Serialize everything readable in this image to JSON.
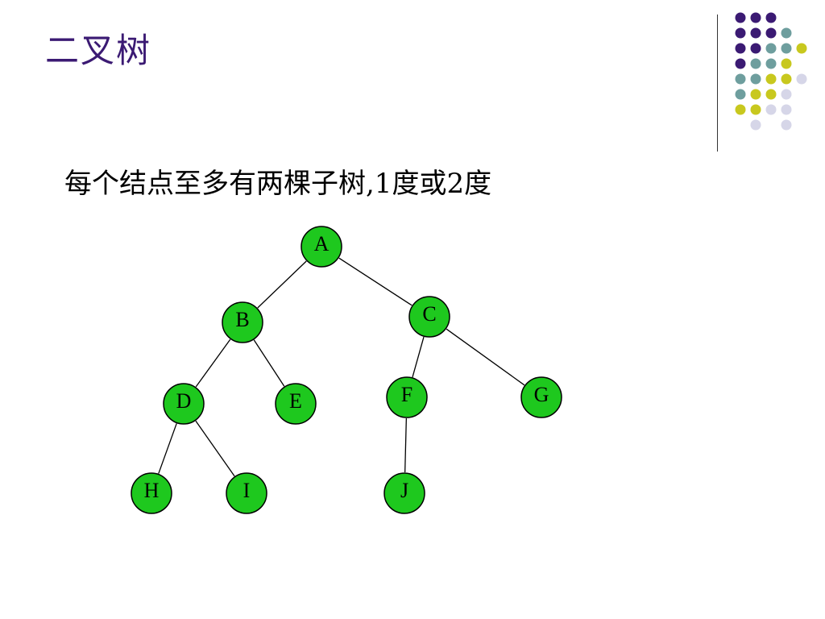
{
  "slide": {
    "title": "二叉树",
    "subtitle": "每个结点至多有两棵子树,1度或2度"
  },
  "colors": {
    "title": "#3b1a73",
    "node_fill": "#1ec81e",
    "node_stroke": "#000000",
    "edge": "#000000",
    "deco_purple": "#3b1a73",
    "deco_teal": "#6e9e9e",
    "deco_yellow": "#c8c81e",
    "deco_lavender": "#d6d6e8"
  },
  "tree": {
    "nodes": [
      {
        "id": "A",
        "label": "A"
      },
      {
        "id": "B",
        "label": "B"
      },
      {
        "id": "C",
        "label": "C"
      },
      {
        "id": "D",
        "label": "D"
      },
      {
        "id": "E",
        "label": "E"
      },
      {
        "id": "F",
        "label": "F"
      },
      {
        "id": "G",
        "label": "G"
      },
      {
        "id": "H",
        "label": "H"
      },
      {
        "id": "I",
        "label": "I"
      },
      {
        "id": "J",
        "label": "J"
      }
    ],
    "edges": [
      [
        "A",
        "B"
      ],
      [
        "A",
        "C"
      ],
      [
        "B",
        "D"
      ],
      [
        "B",
        "E"
      ],
      [
        "C",
        "F"
      ],
      [
        "C",
        "G"
      ],
      [
        "D",
        "H"
      ],
      [
        "D",
        "I"
      ],
      [
        "F",
        "J"
      ]
    ]
  },
  "decoration": {
    "rows": [
      [
        "purple",
        "purple",
        "purple",
        "",
        ""
      ],
      [
        "purple",
        "purple",
        "purple",
        "teal",
        ""
      ],
      [
        "purple",
        "purple",
        "teal",
        "teal",
        "yellow"
      ],
      [
        "purple",
        "teal",
        "teal",
        "yellow",
        ""
      ],
      [
        "teal",
        "teal",
        "yellow",
        "yellow",
        "lavender"
      ],
      [
        "teal",
        "yellow",
        "yellow",
        "lavender",
        ""
      ],
      [
        "yellow",
        "yellow",
        "lavender",
        "lavender",
        ""
      ],
      [
        "",
        "lavender",
        "",
        "lavender",
        ""
      ]
    ]
  }
}
